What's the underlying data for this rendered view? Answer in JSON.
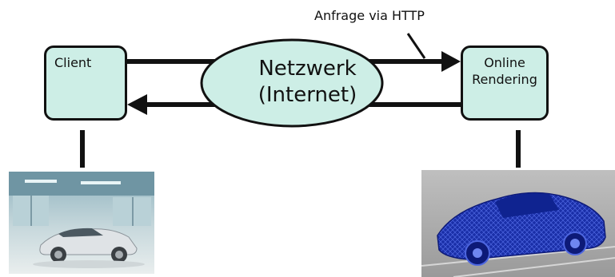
{
  "client": {
    "label": "Client"
  },
  "network": {
    "line1": "Netzwerk",
    "line2": "(Internet)"
  },
  "rendering": {
    "line1": "Online",
    "line2": "Rendering"
  },
  "request": {
    "label": "Anfrage via HTTP"
  },
  "colors": {
    "box_fill": "#cdeee6",
    "stroke": "#111111",
    "render_car": "#1a2fa8"
  },
  "icons": {
    "client_photo": "car-showroom-photo",
    "render_photo": "wireframe-car-render"
  }
}
